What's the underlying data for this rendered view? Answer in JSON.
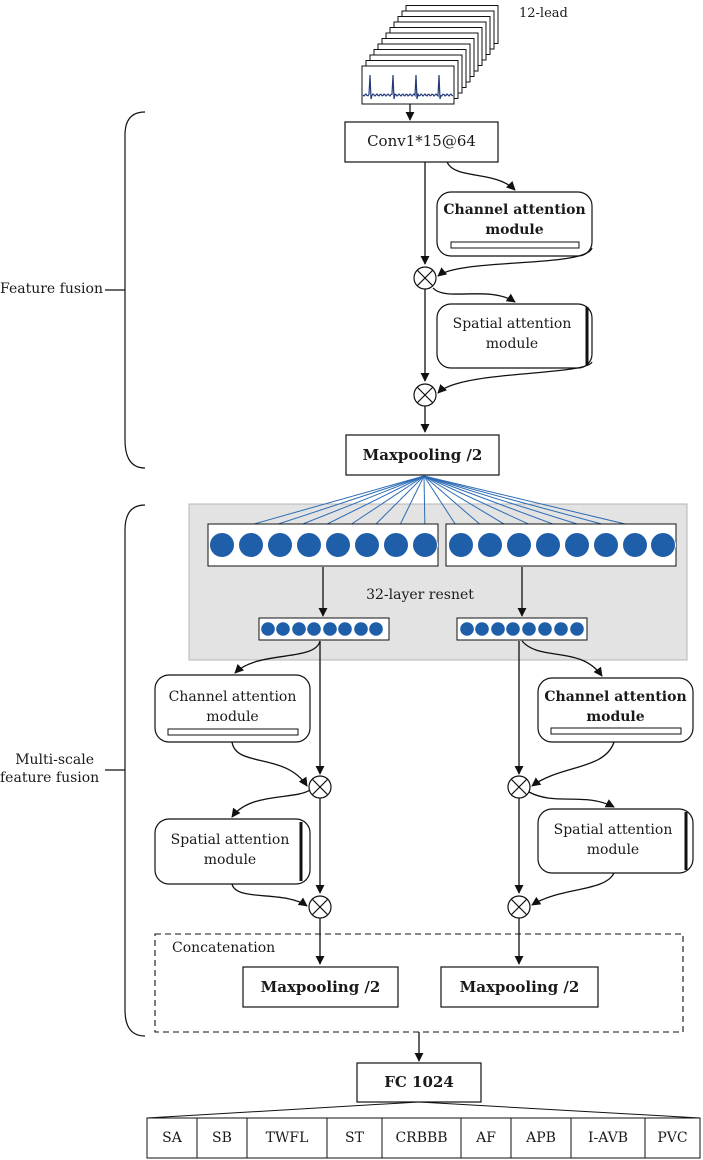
{
  "input": {
    "label": "12-lead"
  },
  "conv": {
    "label": "Conv1*15@64"
  },
  "fusion": {
    "channel_attention": [
      "Channel attention",
      "module"
    ],
    "spatial_attention": [
      "Spatial attention",
      "module"
    ]
  },
  "maxpool_top": {
    "label": "Maxpooling /2"
  },
  "resnet": {
    "label": "32-layer resnet"
  },
  "branches": {
    "left": {
      "channel_attention": [
        "Channel attention",
        "module"
      ],
      "spatial_attention": [
        "Spatial attention",
        "module"
      ],
      "maxpool": "Maxpooling /2"
    },
    "right": {
      "channel_attention": [
        "Channel attention",
        "module"
      ],
      "spatial_attention": [
        "Spatial attention",
        "module"
      ],
      "maxpool": "Maxpooling /2"
    }
  },
  "concatenation": {
    "label": "Concatenation"
  },
  "fc": {
    "label": "FC 1024"
  },
  "brackets": {
    "feature_fusion": "Feature fusion",
    "multi_scale": [
      "Multi-scale",
      "feature fusion"
    ]
  },
  "classes": [
    "SA",
    "SB",
    "TWFL",
    "ST",
    "CRBBB",
    "AF",
    "APB",
    "I-AVB",
    "PVC"
  ],
  "colors": {
    "node_fill": "#1f5faa",
    "line_blue": "#2d6cb5",
    "resnet_bg": "#e3e3e3",
    "ecg_trace": "#243a7c"
  }
}
